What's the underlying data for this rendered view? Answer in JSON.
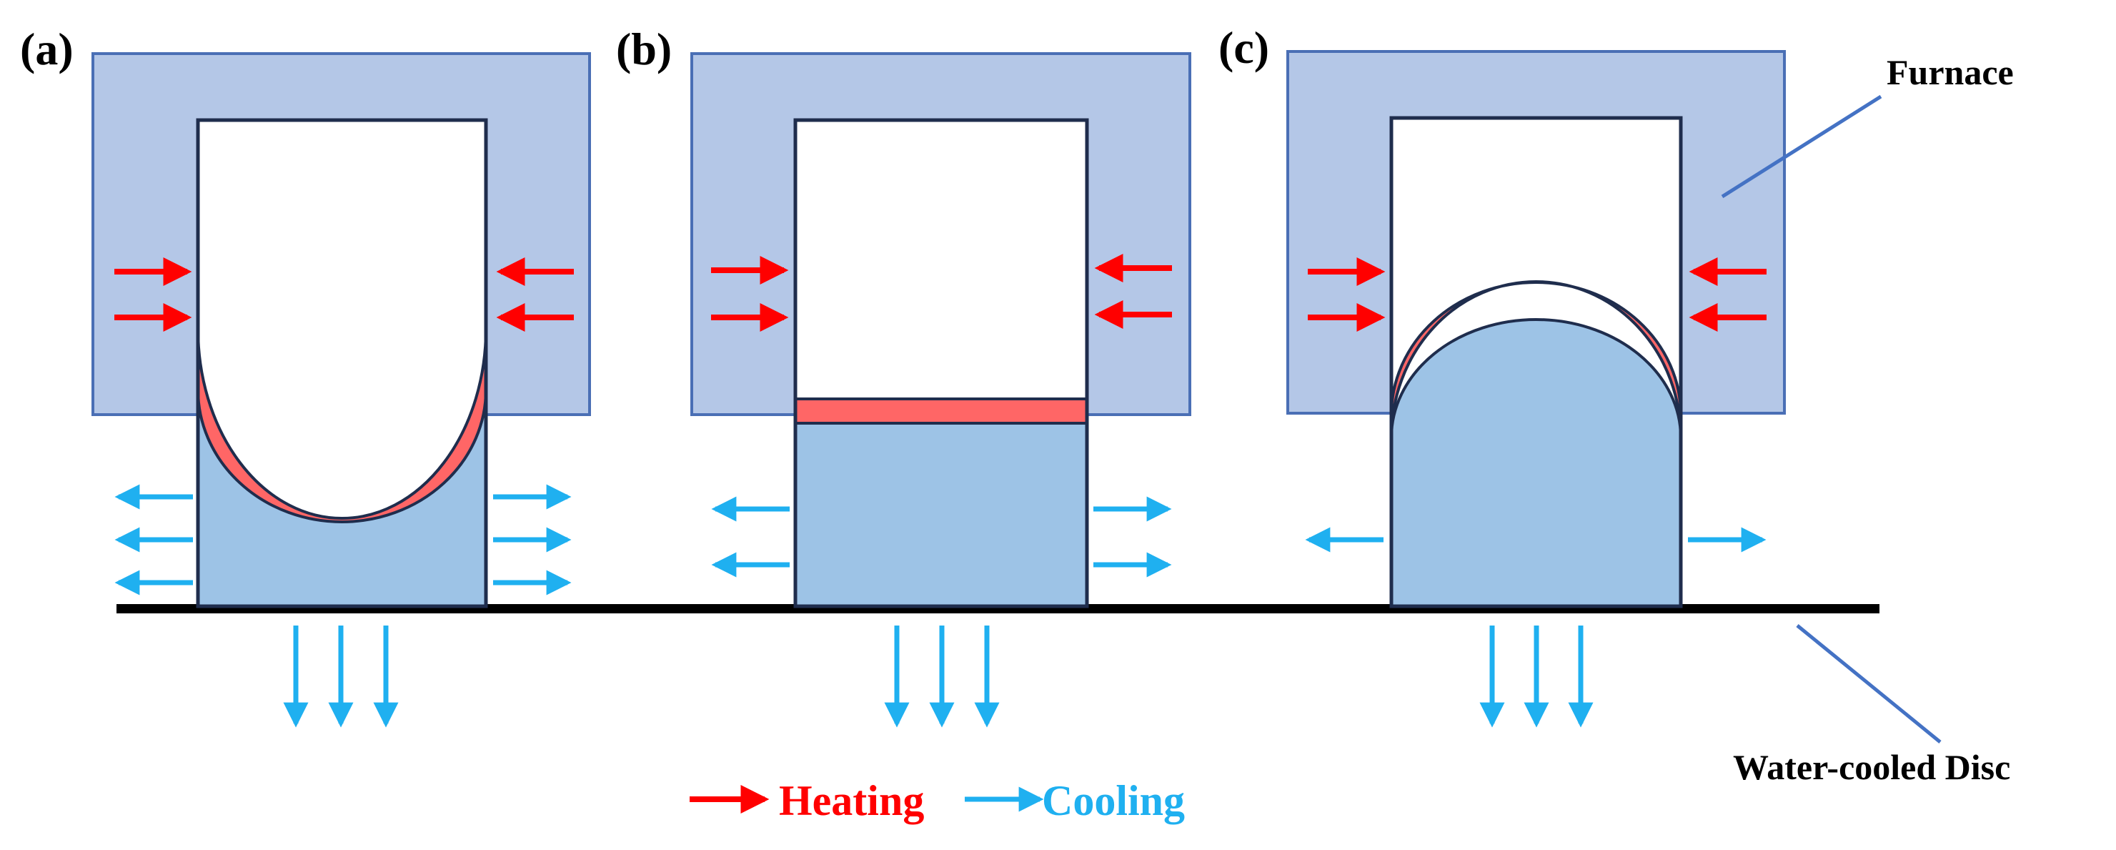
{
  "panels": [
    {
      "label": "(a)",
      "interface": "concave"
    },
    {
      "label": "(b)",
      "interface": "flat"
    },
    {
      "label": "(c)",
      "interface": "convex"
    }
  ],
  "callouts": {
    "furnace": "Furnace",
    "disc": "Water-cooled Disc"
  },
  "legend": {
    "heating": "Heating",
    "cooling": "Cooling"
  },
  "colors": {
    "furnace_fill": "#b4c7e7",
    "furnace_stroke": "#4a6fb5",
    "solid_fill": "#9dc3e6",
    "melt_fill": "#ff6666",
    "outline": "#1f2d4d",
    "heating_arrow": "#ff0000",
    "cooling_arrow": "#1fb0f0",
    "disc": "#000000",
    "leader_line": "#4472c4"
  }
}
